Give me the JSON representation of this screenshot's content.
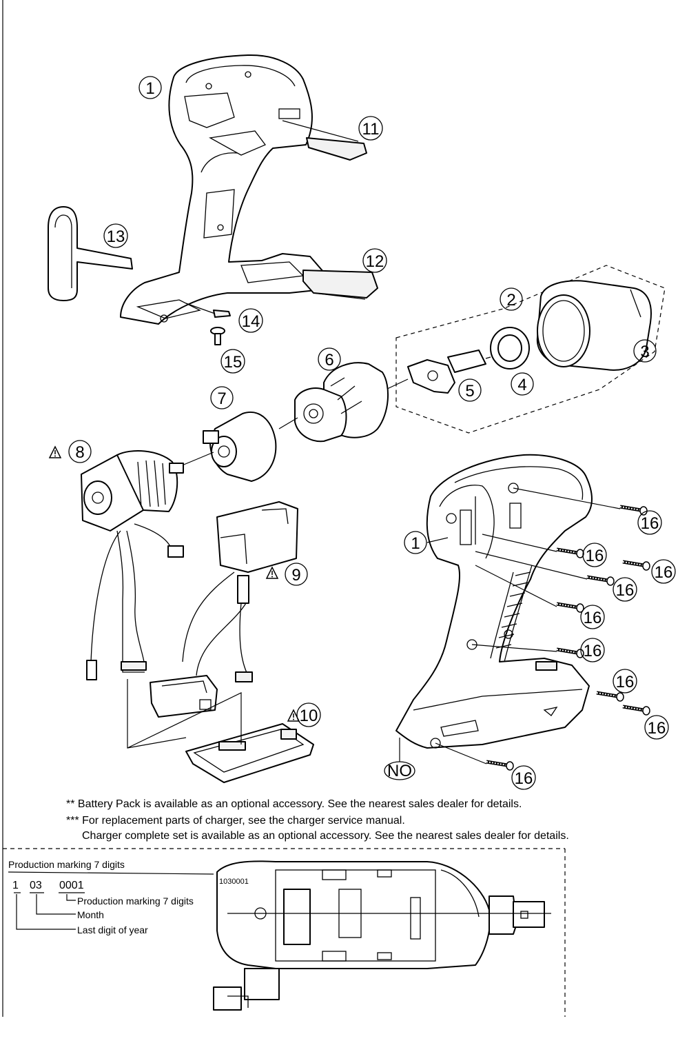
{
  "callouts": {
    "c1": "1",
    "c2": "2",
    "c3": "3",
    "c4": "4",
    "c5": "5",
    "c6": "6",
    "c7": "7",
    "c8": "8",
    "c9": "9",
    "c10": "10",
    "c11": "11",
    "c12": "12",
    "c13": "13",
    "c14": "14",
    "c15": "15",
    "c16": "16",
    "no": "NO"
  },
  "notes": {
    "battery": "** Battery Pack is available as an optional accessory.  See the nearest sales dealer for details.",
    "charger_line1": "*** For replacement parts of charger, see the charger service manual.",
    "charger_line2": "Charger complete set is available as an optional accessory.  See the nearest sales dealer for details."
  },
  "production": {
    "heading": "Production marking 7 digits",
    "year_digit": "1",
    "month_digits": "03",
    "serial_digits": "0001",
    "serial_label": "Production marking 7 digits",
    "month_label": "Month",
    "year_label": "Last digit of year",
    "stamp": "1030001"
  },
  "icons": {
    "warning": "warning-triangle-icon"
  }
}
